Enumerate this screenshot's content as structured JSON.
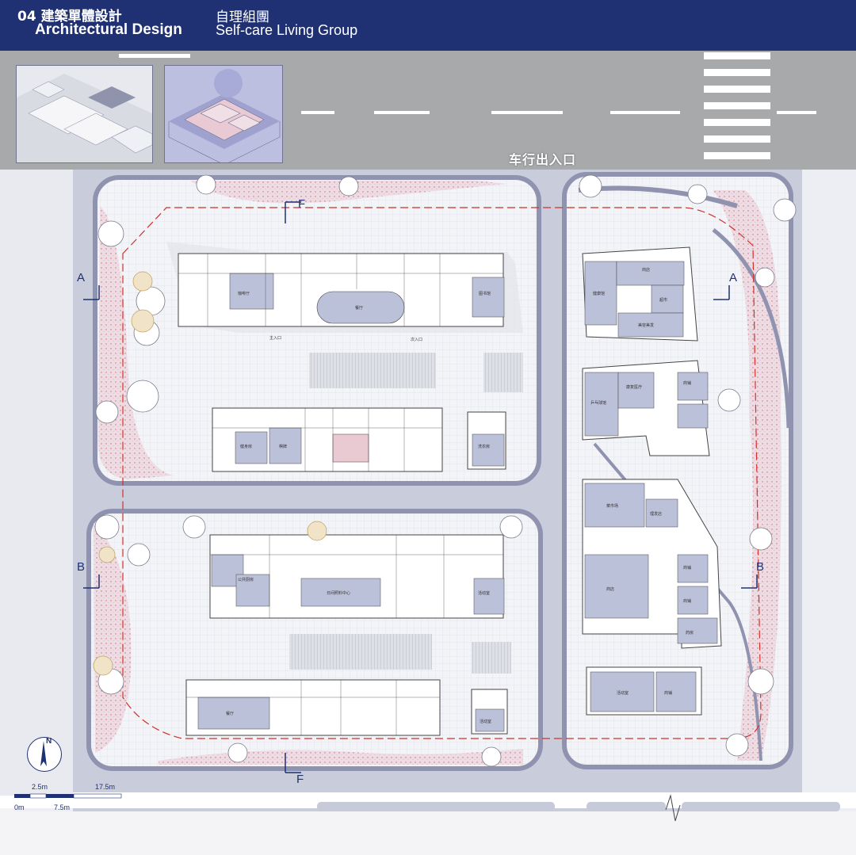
{
  "header": {
    "number_title_zh": "04 建築單體設計",
    "title_en": "Architectural Design",
    "group_zh": "自理組團",
    "group_en": "Self-care Living Group",
    "bg_color": "#1f3173"
  },
  "site_labels": {
    "vehicle_entrance": "车行出入口",
    "section_a": "A",
    "section_b": "B",
    "section_f": "F"
  },
  "room_labels": {
    "cafe": "咖啡厅",
    "dining": "餐厅",
    "library": "图书馆",
    "gym": "健身房",
    "chess": "棋牌",
    "laundry": "洗衣房",
    "public_kitchen": "公共厨房",
    "activity_center": "日间照料中心",
    "activity_room": "活动室",
    "dining2": "餐厅",
    "activity2": "活动室",
    "clinic": "健康馆",
    "shop": "商店",
    "supermarket": "超市",
    "beauty": "美容美发",
    "tabletennis": "乒乓球馆",
    "physio": "康复医疗",
    "store2": "商铺",
    "market": "菜市场",
    "haircut": "理发店",
    "shop3": "商店",
    "supermarket2": "商铺",
    "shop4": "商铺",
    "pharmacy": "药房",
    "activity3": "活动室",
    "store5": "商铺"
  },
  "entry_labels": {
    "main_entry": "主入口",
    "side_entry": "次入口"
  },
  "north": {
    "label": "N"
  },
  "scale_bar": {
    "ticks_top": [
      "2.5m",
      "17.5m"
    ],
    "ticks_bottom": [
      "0m",
      "7.5m"
    ]
  },
  "colors": {
    "road": "#a8a9ab",
    "path": "#c7cad8",
    "paving": "#e3e5ee",
    "building": "#ffffff",
    "room_fill": "#bcc1da",
    "tree_pink": "#e9c9d2",
    "boundary_red": "#d0302a",
    "accent_blue": "#1f3173"
  }
}
